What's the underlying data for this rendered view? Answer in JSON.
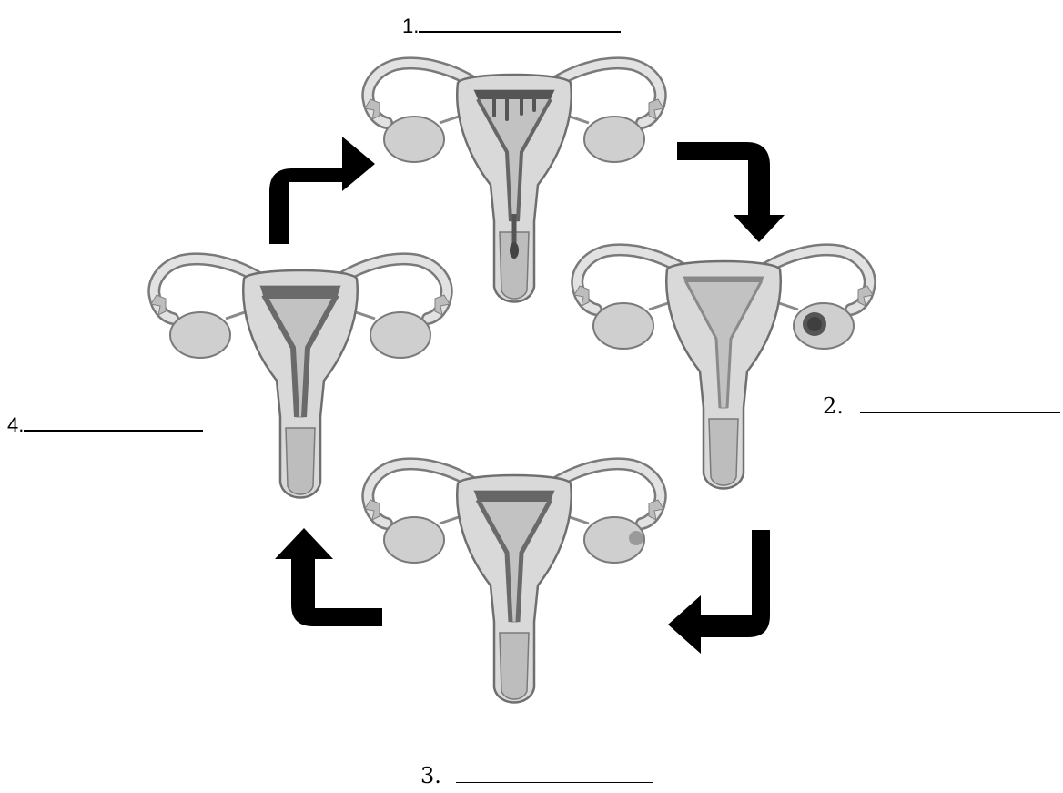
{
  "labels": [
    {
      "number": "1."
    },
    {
      "number": "2."
    },
    {
      "number": "3."
    },
    {
      "number": "4."
    }
  ],
  "colors": {
    "outline": "#6f6f6f",
    "tissue": "#d9d9d9",
    "ovary": "#c9c9c9",
    "lining": "#777777",
    "blood": "#555555",
    "arrow": "#000000"
  }
}
